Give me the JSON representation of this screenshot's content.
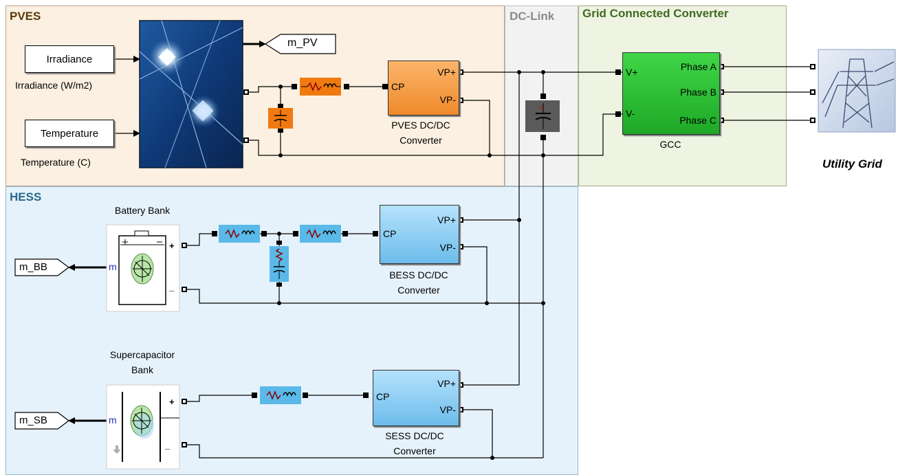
{
  "areas": {
    "pves": "PVES",
    "dc_link": "DC-Link",
    "gcc": "Grid Connected Converter",
    "hess": "HESS"
  },
  "blocks": {
    "irradiance": {
      "label": "Irradiance",
      "caption": "Irradiance (W/m2)"
    },
    "temperature": {
      "label": "Temperature",
      "caption": "Temperature (C)"
    },
    "goto_pv": "m_PV",
    "pves_converter": {
      "in_port": "CP",
      "out_pos": "VP+",
      "out_neg": "VP-",
      "caption_1": "PVES DC/DC",
      "caption_2": "Converter"
    },
    "gcc": {
      "in_pos": "V+",
      "in_neg": "V-",
      "phase_a": "Phase A",
      "phase_b": "Phase B",
      "phase_c": "Phase C",
      "caption": "GCC"
    },
    "utility_grid": "Utility Grid",
    "battery": {
      "caption": "Battery Bank",
      "plus": "+",
      "minus": "_",
      "m_port": "m"
    },
    "goto_bb": "m_BB",
    "bess_converter": {
      "in_port": "CP",
      "out_pos": "VP+",
      "out_neg": "VP-",
      "caption_1": "BESS DC/DC",
      "caption_2": "Converter"
    },
    "supercap": {
      "caption_1": "Supercapacitor",
      "caption_2": "Bank",
      "plus": "+",
      "minus": "_",
      "m_port": "m"
    },
    "goto_sb": "m_SB",
    "sess_converter": {
      "in_port": "CP",
      "out_pos": "VP+",
      "out_neg": "VP-",
      "caption_1": "SESS DC/DC",
      "caption_2": "Converter"
    }
  },
  "colors": {
    "pves_bg": "#fbf0e1",
    "dc_link_bg": "#f2f2f2",
    "gcc_bg": "#eef3e2",
    "hess_bg": "#e6f2fb",
    "pves_title": "#5a3a0a",
    "dc_link_title": "#8a8a8a",
    "gcc_title": "#3f6b1f",
    "hess_title": "#2a6a8a",
    "orange_converter": "#f5a04a",
    "green_converter": "#27c22f",
    "blue_converter": "#8ccff5",
    "orange_element": "#f07a10",
    "blue_element": "#5ab9e8"
  }
}
